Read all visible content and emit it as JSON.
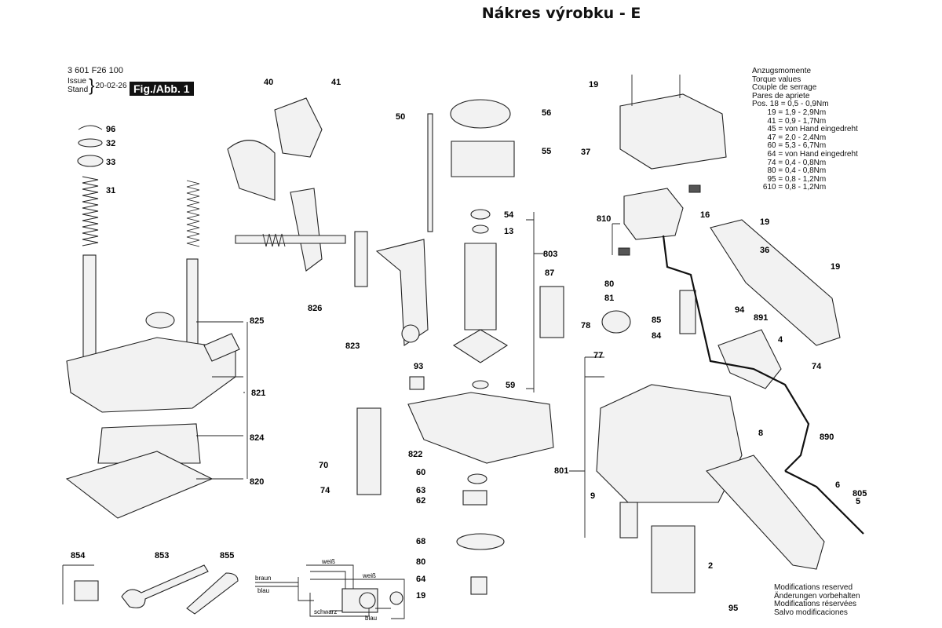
{
  "title": "Nákres výrobku - E",
  "header": {
    "part_number": "3 601 F26 100",
    "issue_label": "Issue",
    "stand_label": "Stand",
    "date": "20-02-26",
    "figure": "Fig./Abb. 1"
  },
  "torque": {
    "heading": [
      "Anzugsmomente",
      "Torque values",
      "Couple de serrage",
      "Pares de apriete"
    ],
    "rows": [
      "Pos. 18 = 0,5 - 0,9Nm",
      "       19 = 1,9 - 2,9Nm",
      "       41 = 0,9 - 1,7Nm",
      "       45 = von Hand eingedreht",
      "       47 = 2,0 - 2,4Nm",
      "       60 = 5,3 - 6,7Nm",
      "       64 = von Hand eingedreht",
      "       74 = 0,4 - 0,8Nm",
      "       80 = 0,4 - 0,8Nm",
      "       95 = 0,8 - 1,2Nm",
      "     610 = 0,8 - 1,2Nm"
    ]
  },
  "modifications": [
    "Modifications reserved",
    "Änderungen vorbehalten",
    "Modifications réservées",
    "Salvo modificaciones"
  ],
  "wiring": {
    "brown": "braun",
    "blue": "blau",
    "white_top": "weiß",
    "white_right": "weiß",
    "black": "schwarz",
    "blue_bottom": "blau"
  },
  "parts": [
    "96",
    "32",
    "33",
    "31",
    "825",
    "821",
    "824",
    "820",
    "40",
    "41",
    "826",
    "823",
    "50",
    "56",
    "55",
    "54",
    "13",
    "803",
    "87",
    "93",
    "59",
    "822",
    "60",
    "63",
    "62",
    "68",
    "80",
    "64",
    "19",
    "70",
    "74",
    "854",
    "853",
    "855",
    "19",
    "37",
    "810",
    "16",
    "19",
    "36",
    "19",
    "80",
    "81",
    "78",
    "85",
    "94",
    "891",
    "84",
    "4",
    "77",
    "74",
    "8",
    "890",
    "801",
    "9",
    "6",
    "805",
    "5",
    "2",
    "95"
  ]
}
